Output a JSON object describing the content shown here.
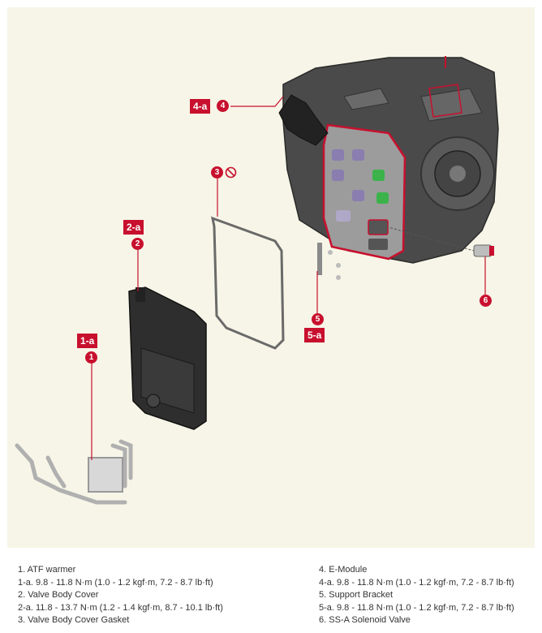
{
  "callouts": {
    "c1a": "1-a",
    "c1": "1",
    "c2a": "2-a",
    "c2": "2",
    "c3": "3",
    "c4a": "4-a",
    "c4": "4",
    "c5": "5",
    "c5a": "5-a",
    "c6": "6"
  },
  "legend": {
    "left": [
      "1. ATF warmer",
      "1-a. 9.8 - 11.8 N·m (1.0 - 1.2 kgf·m, 7.2 - 8.7 lb·ft)",
      "2. Valve Body Cover",
      "2-a. 11.8 - 13.7 N·m (1.2 - 1.4 kgf·m, 8.7 - 10.1 lb·ft)",
      "3. Valve Body Cover Gasket"
    ],
    "right": [
      "4. E-Module",
      "4-a. 9.8 - 11.8 N·m (1.0 - 1.2 kgf·m, 7.2 - 8.7 lb·ft)",
      "5. Support Bracket",
      "5-a. 9.8 - 11.8 N·m (1.0 - 1.2 kgf·m, 7.2 - 8.7 lb·ft)",
      "6. SS-A Solenoid Valve"
    ]
  },
  "colors": {
    "accent": "#c8102e",
    "panel": "#f7f5e7"
  }
}
